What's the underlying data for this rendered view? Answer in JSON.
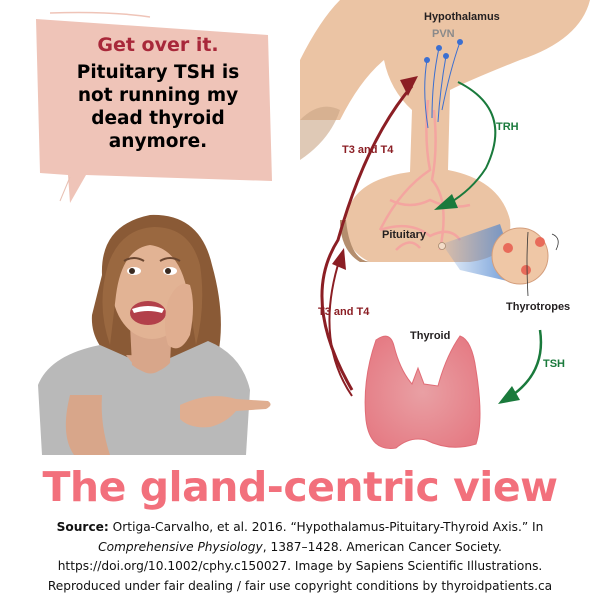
{
  "speech_bubble": {
    "lead": "Get over it.",
    "lines": [
      "Pituitary TSH is",
      "not running my",
      "dead thyroid",
      "anymore."
    ],
    "background_color": "#efc4b8",
    "lead_color": "#a8283a"
  },
  "photo": {
    "subject": "woman-whispering-pointing",
    "description": "Laughing woman cupping hand to mouth and pointing right"
  },
  "diagram": {
    "labels": {
      "hypothalamus": "Hypothalamus",
      "pvn": "PVN",
      "trh": "TRH",
      "t3t4_upper": "T3 and T4",
      "pituitary": "Pituitary",
      "thyrotropes": "Thyrotropes",
      "t3t4_lower": "T3 and T4",
      "thyroid": "Thyroid",
      "tsh": "TSH"
    },
    "colors": {
      "tissue": "#ebc4a4",
      "tissue_shadow": "#b48e6e",
      "vessels": "#f4a5a0",
      "thyroid": "#e88a90",
      "feedback_arrow": "#8b1e24",
      "stimulate_arrow": "#1a7a3c",
      "neurons": "#3b6fd1",
      "zoom_beam": "#4f86cf"
    }
  },
  "title": {
    "text": "The gland-centric view",
    "color": "#f2707c"
  },
  "citation": {
    "source_label": "Source:",
    "line1_rest": " Ortiga-Carvalho, et al. 2016. “Hypothalamus-Pituitary-Thyroid Axis.” In",
    "journal": "Comprehensive Physiology",
    "line2_rest": ", 1387–1428. American Cancer Society.",
    "line3": "https://doi.org/10.1002/cphy.c150027. Image by Sapiens Scientific Illustrations.",
    "line4": "Reproduced under fair dealing / fair use copyright conditions by thyroidpatients.ca"
  }
}
